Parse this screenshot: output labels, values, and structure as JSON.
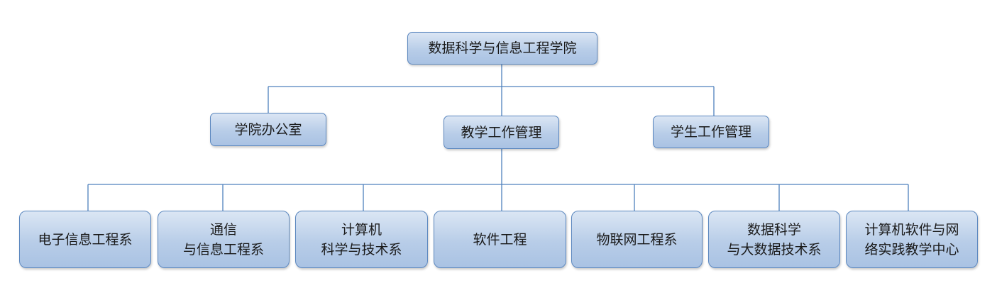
{
  "root": {
    "label": "数据科学与信息工程学院"
  },
  "level1": [
    {
      "label": "学院办公室"
    },
    {
      "label": "教学工作管理"
    },
    {
      "label": "学生工作管理"
    }
  ],
  "departments": [
    {
      "line1": "电子信息工程系",
      "line2": ""
    },
    {
      "line1": "通信",
      "line2": "与信息工程系"
    },
    {
      "line1": "计算机",
      "line2": "科学与技术系"
    },
    {
      "line1": "软件工程",
      "line2": ""
    },
    {
      "line1": "物联网工程系",
      "line2": ""
    },
    {
      "line1": "数据科学",
      "line2": "与大数据技术系"
    },
    {
      "line1": "计算机软件与网",
      "line2": "络实践教学中心"
    }
  ],
  "colors": {
    "box_border": "#5b87bf",
    "box_fill_top": "#dbe6f4",
    "box_fill_bottom": "#a9c2e3",
    "connector": "#4f81bd",
    "text": "#1a1a1a"
  }
}
